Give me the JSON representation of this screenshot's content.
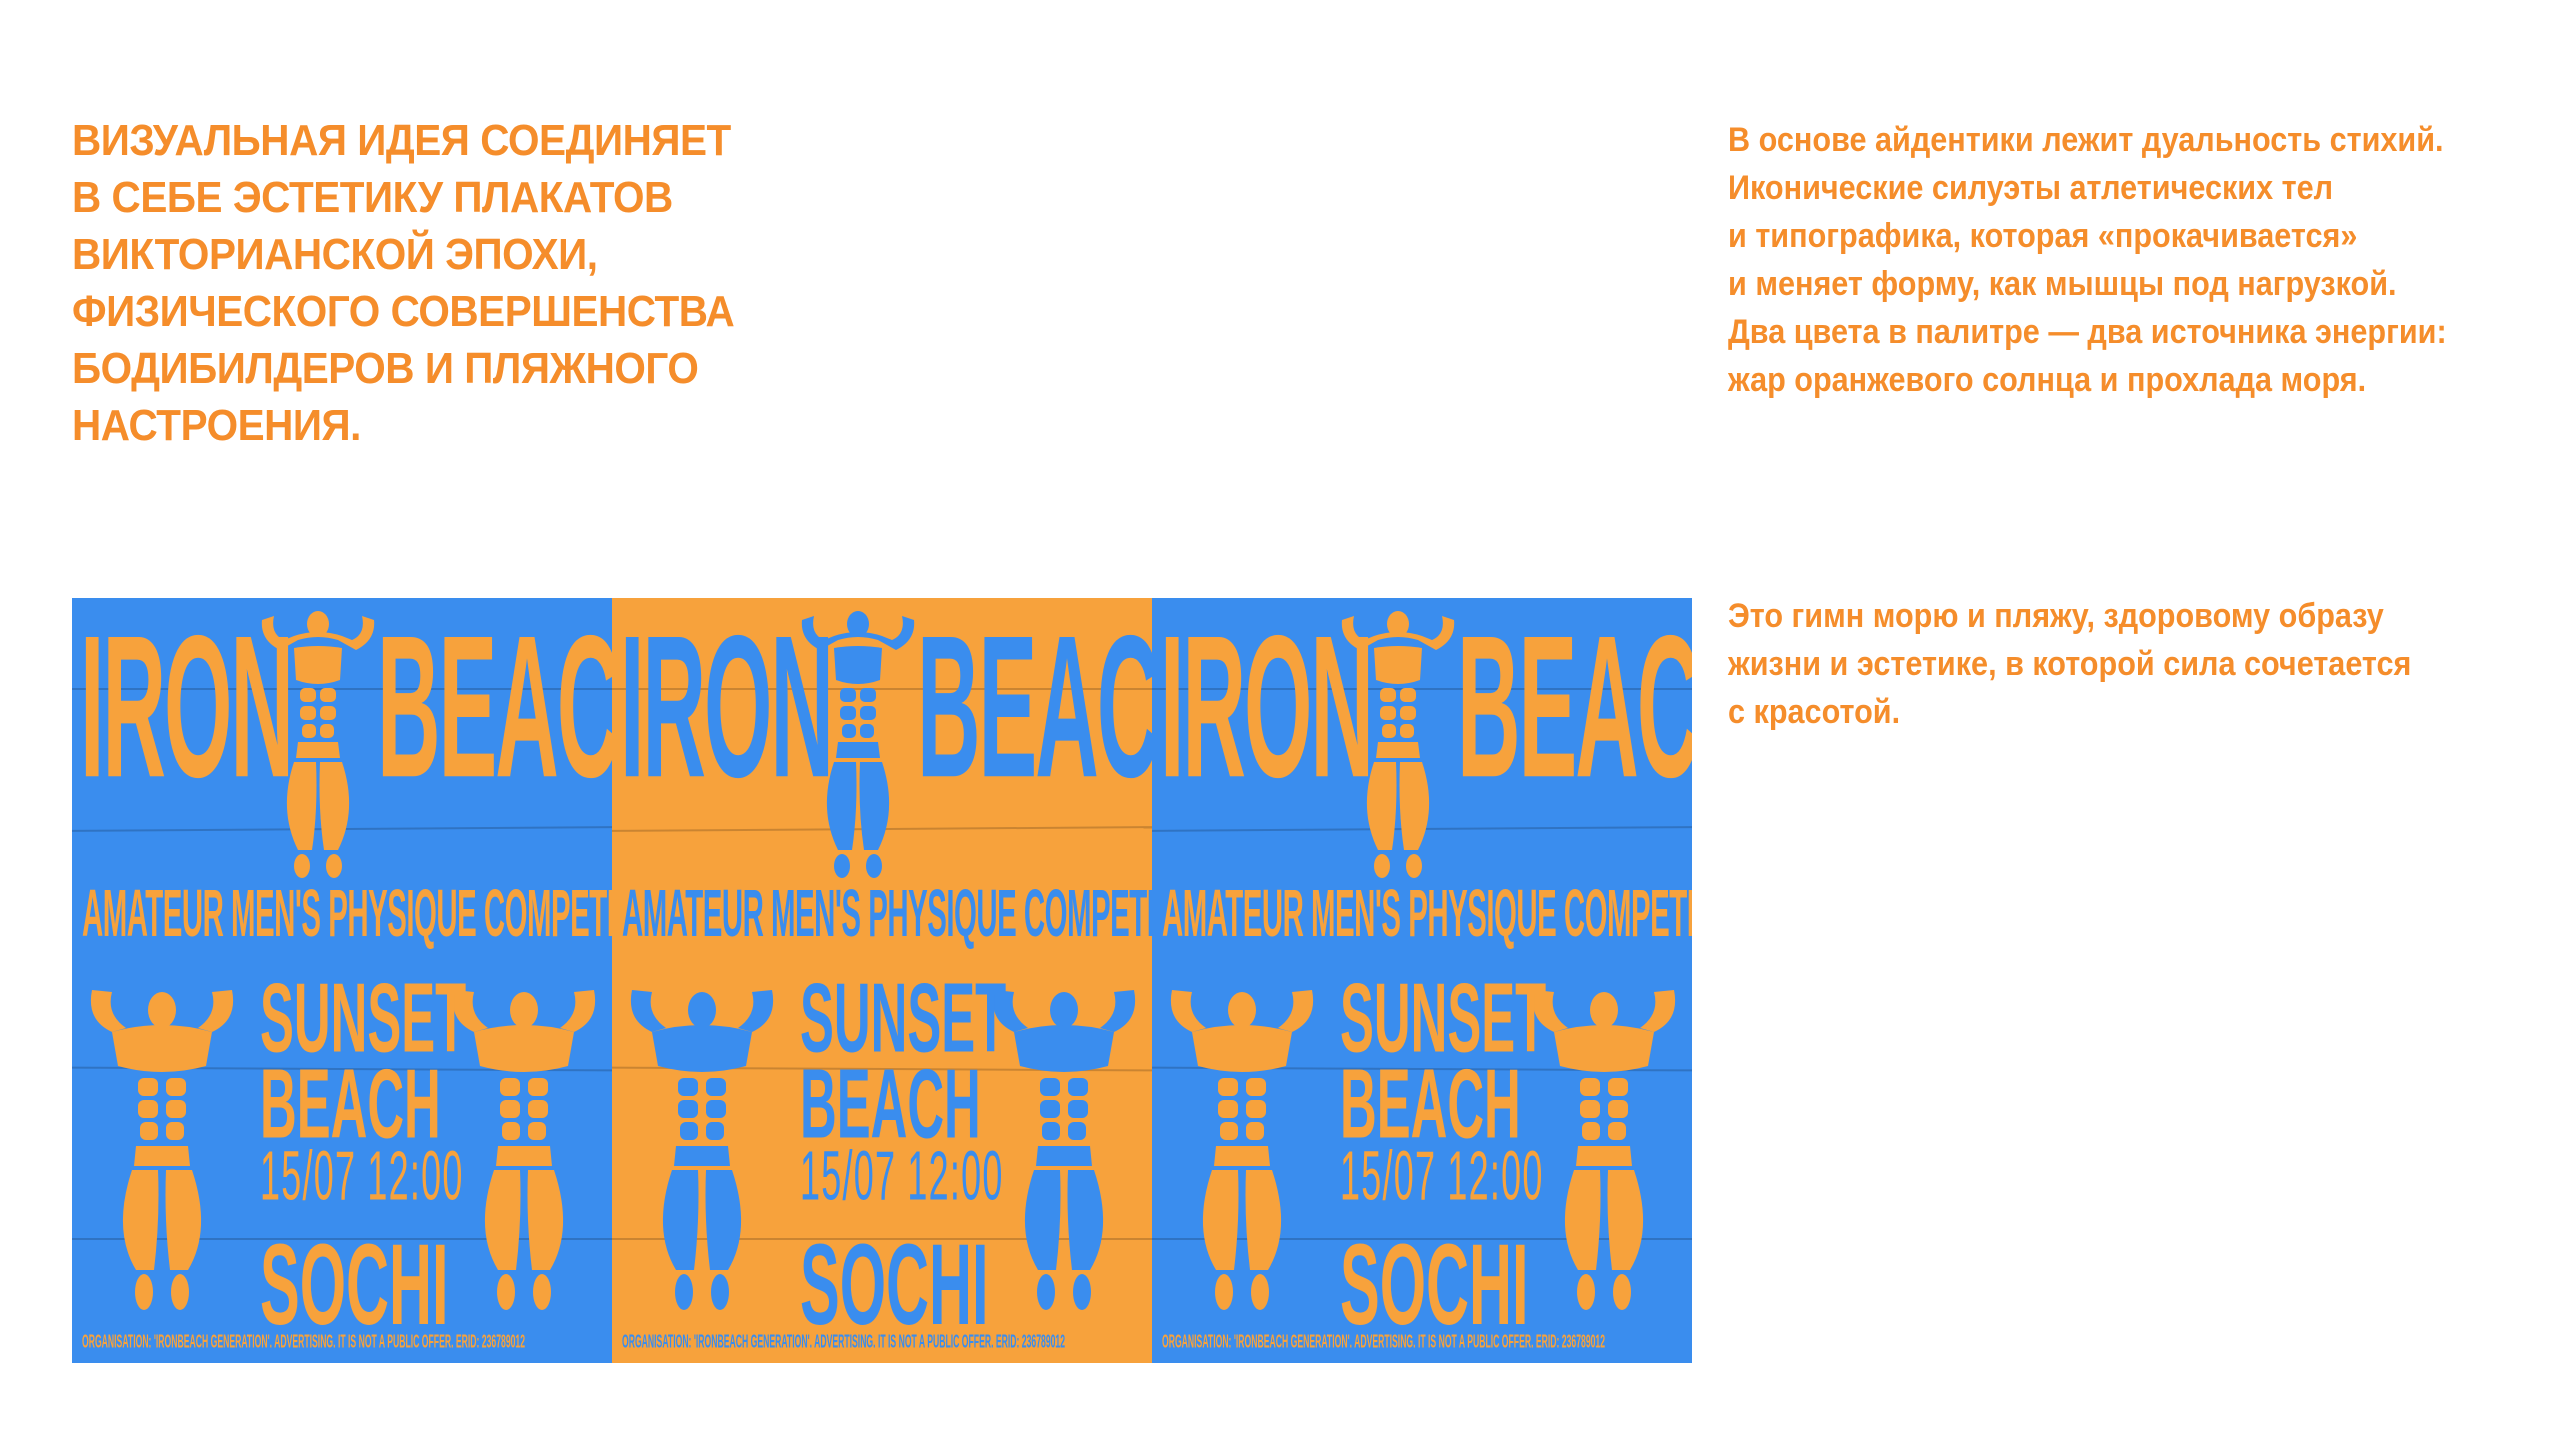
{
  "colors": {
    "accent": "#f58d2b",
    "blue": "#3a8dee",
    "orange": "#f7a23c"
  },
  "headline": [
    "ВИЗУАЛЬНАЯ ИДЕЯ СОЕДИНЯЕТ",
    "В СЕБЕ ЭСТЕТИКУ ПЛАКАТОВ",
    "ВИКТОРИАНСКОЙ ЭПОХИ,",
    "ФИЗИЧЕСКОГО СОВЕРШЕНСТВА",
    "БОДИБИЛДЕРОВ И ПЛЯЖНОГО",
    "НАСТРОЕНИЯ."
  ],
  "paragraph1": [
    "В основе айдентики лежит дуальность стихий.",
    "Иконические силуэты атлетических тел",
    "и типографика, которая «прокачивается»",
    "и меняет форму, как мышцы под нагрузкой.",
    "Два цвета в палитре — два источника энергии:",
    "жар оранжевого солнца и прохлада моря."
  ],
  "paragraph2": [
    "Это гимн морю и пляжу, здоровому образу",
    "жизни и эстетике, в которой сила сочетается",
    "с красотой."
  ],
  "poster": {
    "word_left": "IRON",
    "word_right": "BEACH",
    "subtitle": "AMATEUR MEN'S PHYSIQUE COMPETITION",
    "line1": "SUNSET",
    "line2": "BEACH",
    "date": "15/07  12:00",
    "city": "SOCHI",
    "footer": "ORGANISATION: 'IRONBEACH GENERATION'. ADVERTISING. IT IS NOT A PUBLIC OFFER. ERID: 236789012"
  },
  "poster_variants": [
    {
      "background": "blue",
      "ink": "orange"
    },
    {
      "background": "orange",
      "ink": "blue"
    },
    {
      "background": "blue",
      "ink": "orange"
    }
  ]
}
